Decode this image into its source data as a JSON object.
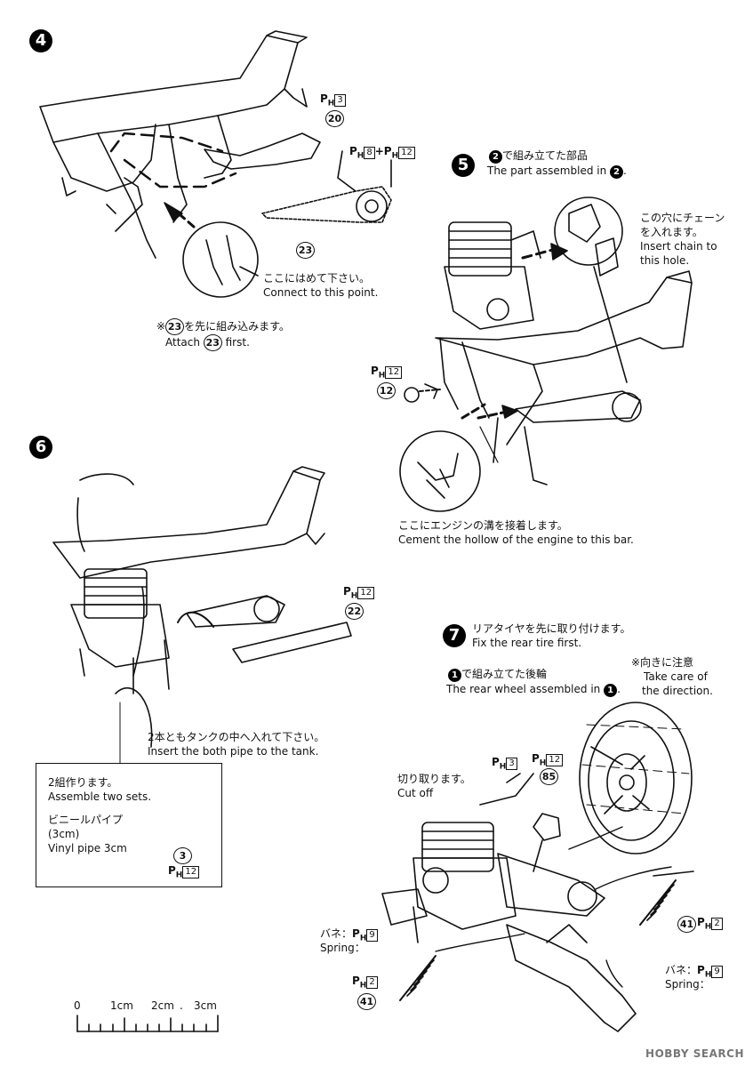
{
  "steps": {
    "s4": {
      "num": "4",
      "ph1": {
        "p": "P",
        "h": "H",
        "box": "3"
      },
      "part20": "20",
      "ph2": {
        "p": "P",
        "h": "H",
        "box": "8",
        "plus": "+",
        "p2": "P",
        "h2": "H",
        "box2": "12"
      },
      "part23": "23",
      "connect_jp": "ここにはめて下さい。",
      "connect_en": "Connect to this point.",
      "note_prefix": "※",
      "note_part": "23",
      "note_jp": "を先に組み込みます。",
      "note_en_a": "Attach",
      "note_en_part": "23",
      "note_en_b": "first."
    },
    "s5": {
      "num": "5",
      "sub_part": "2",
      "title_jp": "で組み立てた部品",
      "title_en": "The part assembled in",
      "title_en_part": "2",
      "title_en_end": ".",
      "chain_jp1": "この穴にチェーン",
      "chain_jp2": "を入れます。",
      "chain_en1": "Insert chain to",
      "chain_en2": "this hole.",
      "ph": {
        "p": "P",
        "h": "H",
        "box": "12"
      },
      "part12": "12",
      "cement_jp": "ここにエンジンの溝を接着します。",
      "cement_en": "Cement the hollow of the engine to this bar."
    },
    "s6": {
      "num": "6",
      "ph": {
        "p": "P",
        "h": "H",
        "box": "12"
      },
      "part22": "22",
      "tank_jp": "2本ともタンクの中へ入れて下さい。",
      "tank_en": "Insert the both pipe to the tank.",
      "inset_jp": "2組作ります。",
      "inset_en": "Assemble two sets.",
      "vinyl_jp1": "ビニールパイプ",
      "vinyl_jp2": "(3cm)",
      "vinyl_en": "Vinyl pipe 3cm",
      "part3": "3",
      "ph3": {
        "p": "P",
        "h": "H",
        "box": "12"
      }
    },
    "s7": {
      "num": "7",
      "title_jp": "リアタイヤを先に取り付けます。",
      "title_en": "Fix the rear tire first.",
      "sub_part": "1",
      "wheel_jp": "で組み立てた後輪",
      "wheel_en": "The rear wheel assembled in",
      "wheel_en_part": "1",
      "wheel_en_end": ".",
      "dir_jp": "※向きに注意",
      "dir_en1": "Take care of",
      "dir_en2": "the direction.",
      "cut_jp": "切り取ります。",
      "cut_en": "Cut off",
      "ph_a": {
        "p": "P",
        "h": "H",
        "box": "3"
      },
      "ph_b": {
        "p": "P",
        "h": "H",
        "box": "12"
      },
      "part85": "85",
      "part41a": "41",
      "ph_41a": {
        "p": "P",
        "h": "H",
        "box": "2"
      },
      "spring_r_jp": "バネ：",
      "spring_r_ph": {
        "p": "P",
        "h": "H",
        "box": "9"
      },
      "spring_r_en": "Spring：",
      "spring_l_jp": "バネ：",
      "spring_l_ph": {
        "p": "P",
        "h": "H",
        "box": "9"
      },
      "spring_l_en": "Spring：",
      "ph_41b": {
        "p": "P",
        "h": "H",
        "box": "2"
      },
      "part41b": "41"
    }
  },
  "scale": {
    "labels": [
      "0",
      "1cm",
      "2cm",
      ".",
      "3cm"
    ]
  },
  "watermark": "HOBBY SEARCH"
}
